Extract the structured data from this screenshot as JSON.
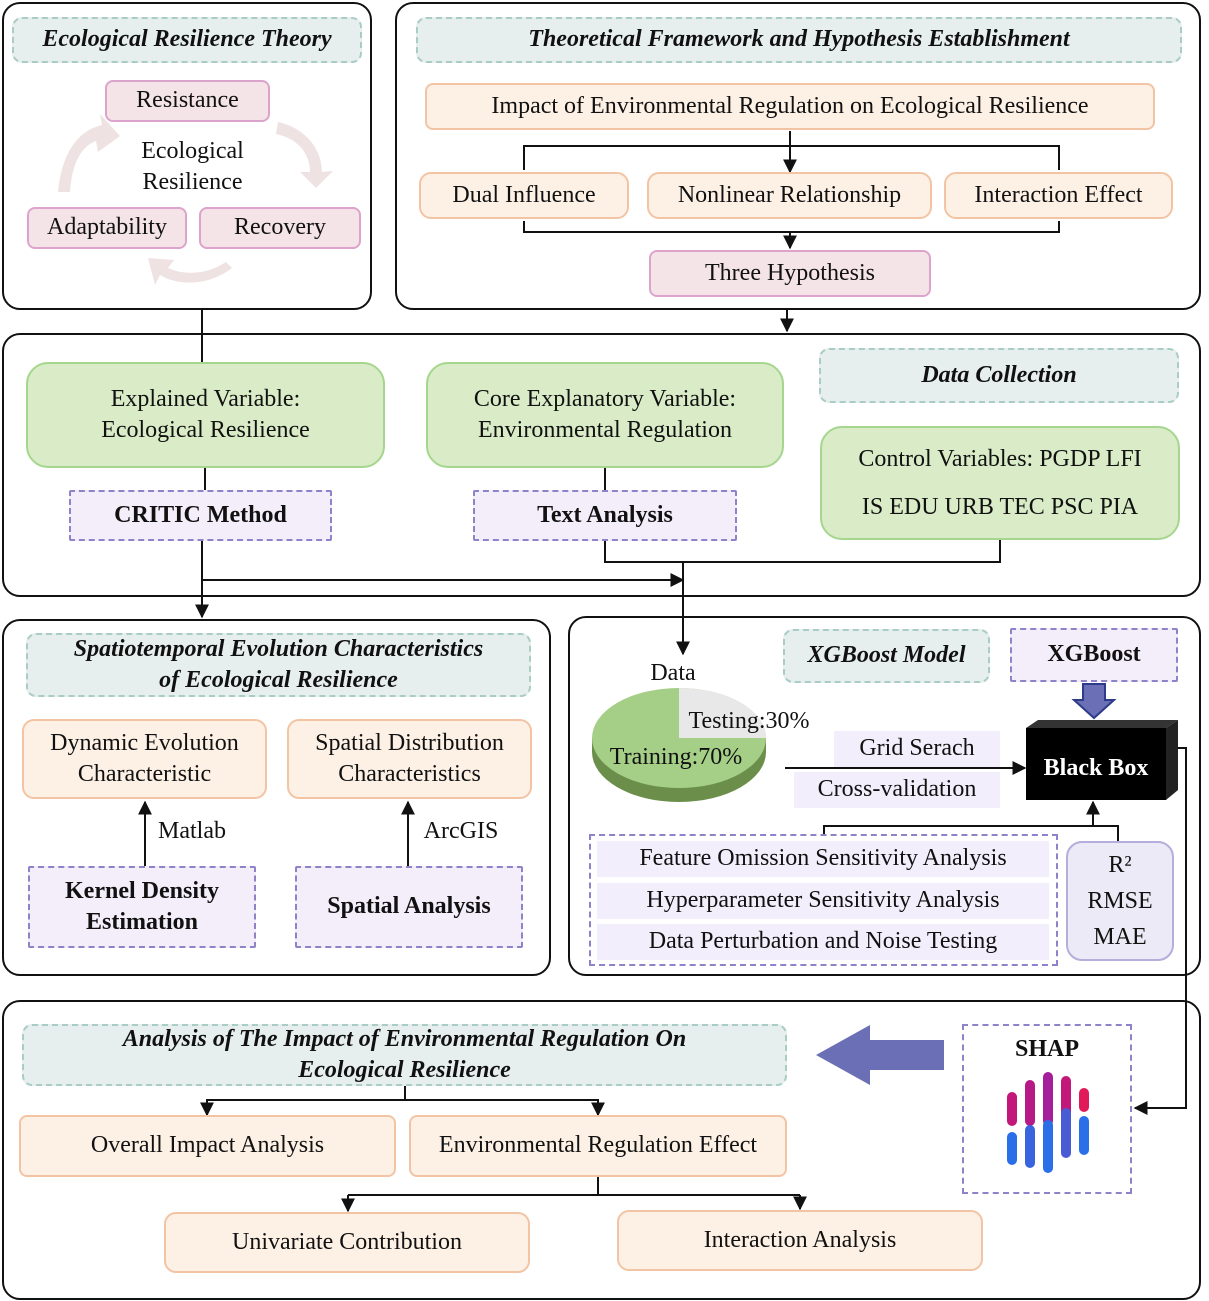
{
  "theory": {
    "title": "Ecological Resilience Theory",
    "center": "Ecological\nResilience",
    "resistance": "Resistance",
    "adaptability": "Adaptability",
    "recovery": "Recovery"
  },
  "framework": {
    "title": "Theoretical Framework and Hypothesis Establishment",
    "impact": "Impact of Environmental Regulation on Ecological Resilience",
    "dual": "Dual Influence",
    "nonlinear": "Nonlinear Relationship",
    "interaction": "Interaction Effect",
    "hypothesis": "Three Hypothesis"
  },
  "variables": {
    "explained": "Explained Variable:\nEcological Resilience",
    "core": "Core Explanatory Variable:\nEnvironmental Regulation",
    "data_collection": "Data Collection",
    "control": "Control Variables: PGDP LFI\nIS EDU URB TEC PSC PIA",
    "critic": "CRITIC Method",
    "text_analysis": "Text Analysis"
  },
  "spatiotemporal": {
    "title": "Spatiotemporal Evolution Characteristics\nof Ecological Resilience",
    "dynamic": "Dynamic Evolution\nCharacteristic",
    "spatial_dist": "Spatial Distribution\nCharacteristics",
    "matlab": "Matlab",
    "arcgis": "ArcGIS",
    "kernel": "Kernel Density\nEstimation",
    "spatial_analysis": "Spatial Analysis"
  },
  "xgboost": {
    "data_label": "Data",
    "testing": "Testing:30%",
    "training": "Training:70%",
    "model_title": "XGBoost Model",
    "xgboost_label": "XGBoost",
    "grid_search": "Grid Serach",
    "cross_validation": "Cross-validation",
    "black_box": "Black Box",
    "sensitivity": [
      "Feature Omission Sensitivity Analysis",
      "Hyperparameter Sensitivity Analysis",
      "Data Perturbation and Noise Testing"
    ],
    "metrics": [
      "R²",
      "RMSE",
      "MAE"
    ],
    "colors": {
      "training": "#a5cf87",
      "testing": "#e8e8e8",
      "pie_side": "#6b8f4a"
    }
  },
  "analysis": {
    "title": "Analysis of The Impact of Environmental Regulation On\nEcological Resilience",
    "overall": "Overall Impact Analysis",
    "env_effect": "Environmental Regulation Effect",
    "univariate": "Univariate Contribution",
    "interaction": "Interaction Analysis",
    "shap_label": "SHAP",
    "colors": {
      "arrow": "#6b6fb5",
      "shap_top": "#c2187a",
      "shap_bottom": "#2b6fe8"
    }
  }
}
